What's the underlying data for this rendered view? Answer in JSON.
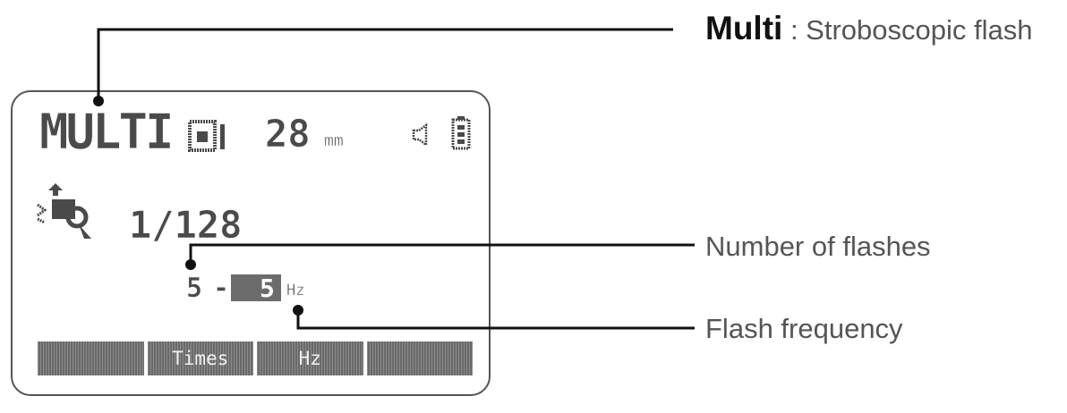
{
  "lcd": {
    "mode": "MULTI",
    "focal_length": "28",
    "focal_unit": "mm",
    "power_ratio": "1/128",
    "flash_count": "5",
    "separator": "-",
    "flash_frequency": "5",
    "frequency_unit": "Hz",
    "softkeys": [
      "",
      "Times",
      "Hz",
      ""
    ]
  },
  "callouts": {
    "mode_name": "Multi",
    "mode_desc": ": Stroboscopic flash",
    "flash_count_label": "Number of flashes",
    "flash_frequency_label": "Flash frequency"
  }
}
